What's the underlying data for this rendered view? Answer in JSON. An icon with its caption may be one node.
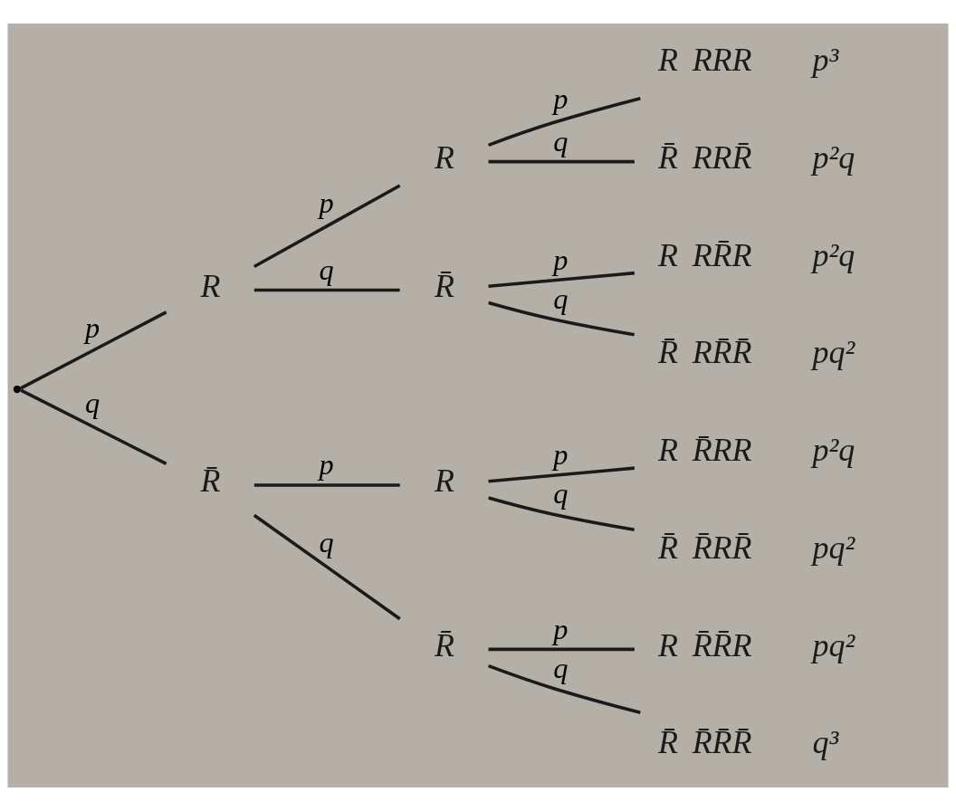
{
  "diagram": {
    "nodes": [
      {
        "text": [],
        "shape": "point"
      },
      {
        "text": [
          "R"
        ]
      },
      {
        "text": [
          "R"
        ]
      },
      {
        "text": [
          "R"
        ],
        "beside": [
          "RRR",
          "p³"
        ]
      },
      {
        "text": [
          "R̄"
        ],
        "beside": [
          "RRR̄",
          "p²q"
        ]
      },
      {
        "text": [
          "R̄"
        ]
      },
      {
        "text": [
          "R"
        ],
        "beside": [
          "RR̄R",
          "p²q"
        ]
      },
      {
        "text": [
          "R̄"
        ],
        "beside": [
          "RR̄R̄",
          "pq²"
        ]
      },
      {
        "text": [
          "R̄"
        ]
      },
      {
        "text": [
          "R"
        ]
      },
      {
        "text": [
          "R"
        ],
        "beside": [
          "R̄RR",
          "p²q"
        ]
      },
      {
        "text": [
          "R̄"
        ],
        "beside": [
          "R̄RR̄",
          "pq²"
        ]
      },
      {
        "text": [
          "R̄"
        ]
      },
      {
        "text": [
          "R"
        ],
        "beside": [
          "R̄R̄R",
          "pq²"
        ]
      },
      {
        "text": [
          "R̄"
        ],
        "beside": [
          "R̄R̄R̄",
          "q³"
        ]
      }
    ],
    "edges": [
      {
        "from": 0,
        "to": 1,
        "arrow": "none",
        "label": "p"
      },
      {
        "from": 1,
        "to": 2,
        "arrow": "none",
        "label": "p"
      },
      {
        "from": 2,
        "to": 3,
        "arrow": "none",
        "label": "p"
      },
      {
        "from": 2,
        "to": 4,
        "arrow": "none",
        "label": "q"
      },
      {
        "from": 1,
        "to": 5,
        "arrow": "none",
        "label": "q"
      },
      {
        "from": 5,
        "to": 6,
        "arrow": "none",
        "label": "p"
      },
      {
        "from": 5,
        "to": 7,
        "arrow": "none",
        "label": "q"
      },
      {
        "from": 0,
        "to": 8,
        "arrow": "none",
        "label": "q"
      },
      {
        "from": 8,
        "to": 9,
        "arrow": "none",
        "label": "p"
      },
      {
        "from": 9,
        "to": 10,
        "arrow": "none",
        "label": "p"
      },
      {
        "from": 9,
        "to": 11,
        "arrow": "none",
        "label": "q"
      },
      {
        "from": 8,
        "to": 12,
        "arrow": "none",
        "label": "q"
      },
      {
        "from": 12,
        "to": 13,
        "arrow": "none",
        "label": "p"
      },
      {
        "from": 12,
        "to": 14,
        "arrow": "none",
        "label": "q"
      }
    ]
  }
}
